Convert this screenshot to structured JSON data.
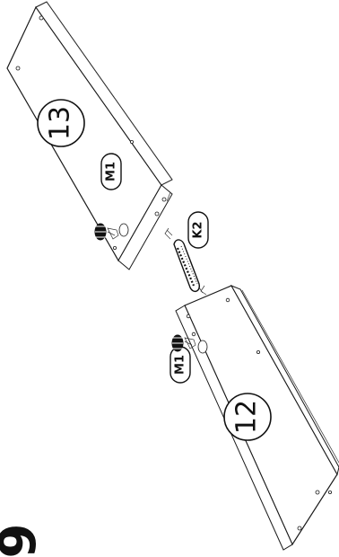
{
  "panels": {
    "upper": {
      "number": "13",
      "fitting_label": "M1"
    },
    "lower": {
      "number": "12",
      "fitting_label": "M1"
    }
  },
  "connector": {
    "label": "K2"
  },
  "page_fragment": {
    "text": "9"
  },
  "colors": {
    "ink": "#111111",
    "paper": "#ffffff"
  }
}
